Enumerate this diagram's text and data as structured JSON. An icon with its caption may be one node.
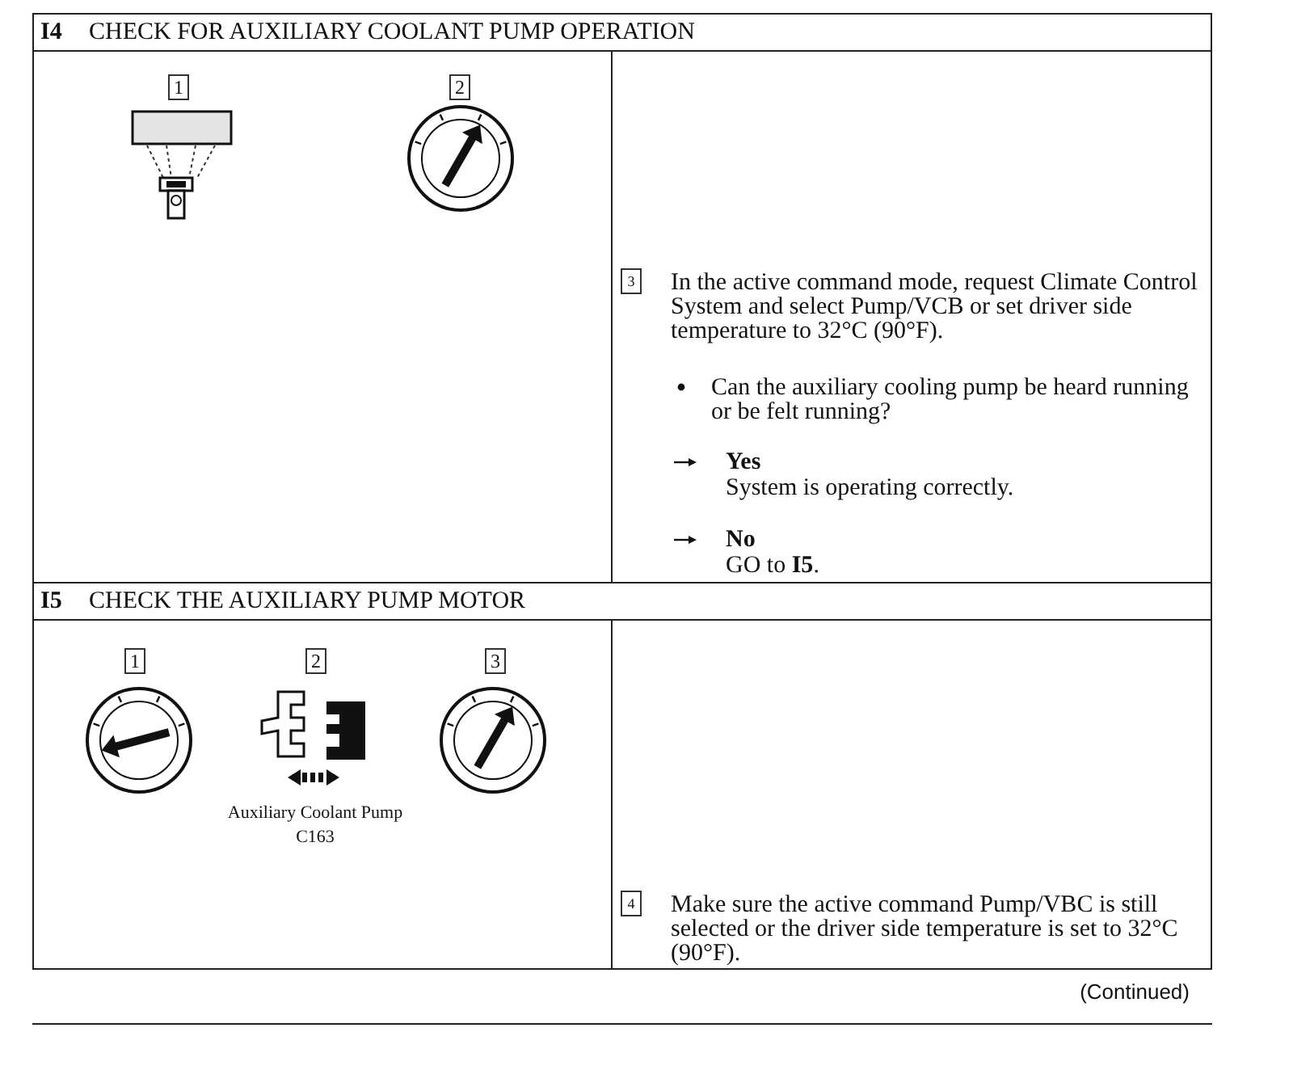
{
  "diagram": {
    "nodes": [
      {
        "text": [
          "I4",
          "CHECK FOR AUXILIARY COOLANT PUMP OPERATION"
        ]
      },
      {
        "text": [
          "I5",
          "CHECK THE AUXILIARY PUMP MOTOR"
        ]
      }
    ],
    "edges": [],
    "labels": [
      "1",
      "2",
      "3",
      "In the active command mode, request Climate Control System and select Pump/VCB or set driver side temperature to 32°C (90°F).",
      "Can the auxiliary cooling pump be heard running or be felt running?",
      "Yes",
      "System is operating correctly.",
      "No",
      "GO to **I5**.",
      "1",
      "2",
      "3",
      "Auxiliary Coolant Pump",
      "C163",
      "4",
      "Make sure the active command Pump/VBC is still selected or the driver side temperature is set to 32°C (90°F).",
      "(Continued)"
    ]
  }
}
